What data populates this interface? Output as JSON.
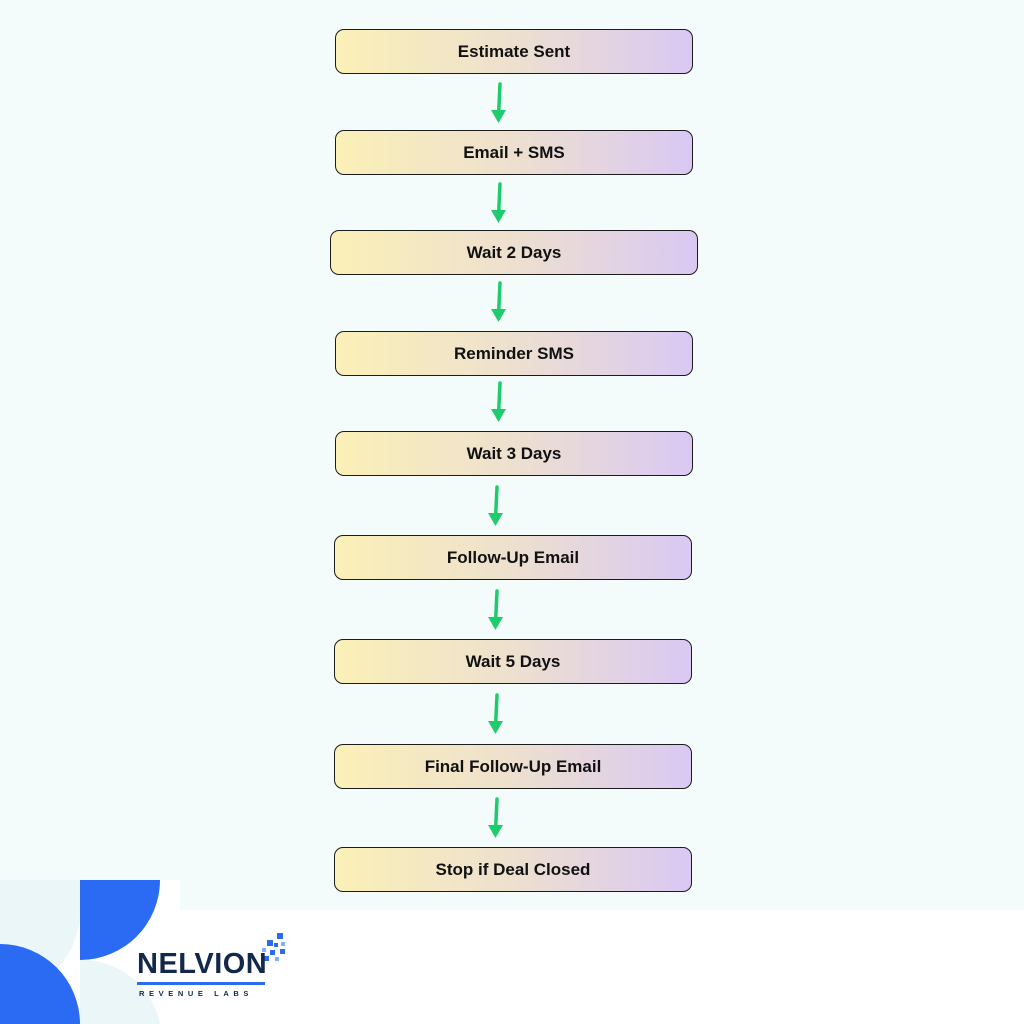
{
  "flow": {
    "steps": [
      {
        "label": "Estimate Sent"
      },
      {
        "label": "Email + SMS"
      },
      {
        "label": "Wait 2 Days"
      },
      {
        "label": "Reminder SMS"
      },
      {
        "label": "Wait 3 Days"
      },
      {
        "label": "Follow-Up Email"
      },
      {
        "label": "Wait 5 Days"
      },
      {
        "label": "Final Follow-Up Email"
      },
      {
        "label": "Stop if Deal Closed"
      }
    ]
  },
  "brand": {
    "name": "NELVION",
    "tagline": "REVENUE LABS"
  },
  "colors": {
    "arrow": "#1fcc6d",
    "box_gradient_start": "#fbf0b7",
    "box_gradient_end": "#d9c8f3",
    "brand_blue": "#2b6bf3",
    "brand_navy": "#13294b"
  }
}
